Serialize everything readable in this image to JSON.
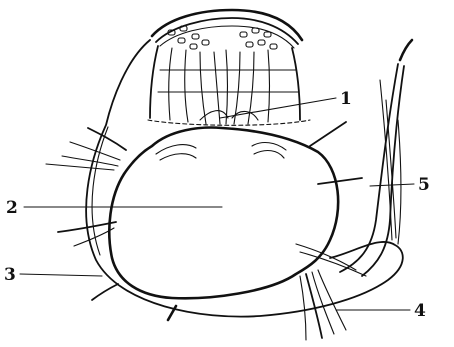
{
  "figure": {
    "labels": [
      {
        "id": "label-1",
        "text": "1"
      },
      {
        "id": "label-2",
        "text": "2"
      },
      {
        "id": "label-3",
        "text": "3"
      },
      {
        "id": "label-4",
        "text": "4"
      },
      {
        "id": "label-5",
        "text": "5"
      }
    ],
    "ink_color": "#111111",
    "background_color": "#ffffff"
  }
}
